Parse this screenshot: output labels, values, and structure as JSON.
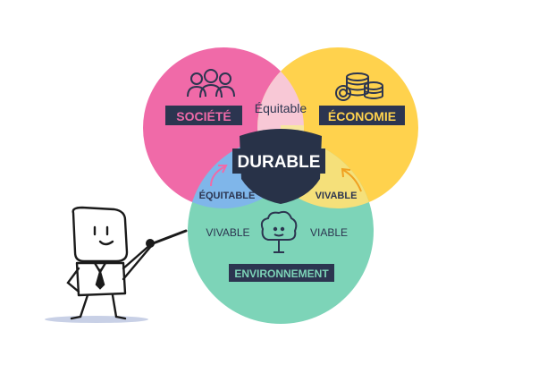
{
  "diagram": {
    "circles": {
      "societe": {
        "label": "SOCIÉTÉ",
        "color": "#f06aa8"
      },
      "economie": {
        "label": "ÉCONOMIE",
        "color": "#ffd24d"
      },
      "environnement": {
        "label": "ENVIRONNEMENT",
        "color": "#7dd4b8"
      }
    },
    "intersections": {
      "societe_economie": "Équitable",
      "center": "DURABLE",
      "left_lower": "ÉQUITABLE",
      "right_lower": "VIVABLE",
      "env_left": "VIVABLE",
      "env_right": "VIABLE"
    },
    "colors": {
      "center_dark": "#283248",
      "label_bg": "#2c3550",
      "arrow_pink": "#f06aa8",
      "arrow_orange": "#f0a020",
      "blue_zone": "#7fb6ea"
    },
    "icons": [
      "people-icon",
      "coins-icon",
      "tree-icon",
      "stick-figure-presenter"
    ]
  }
}
